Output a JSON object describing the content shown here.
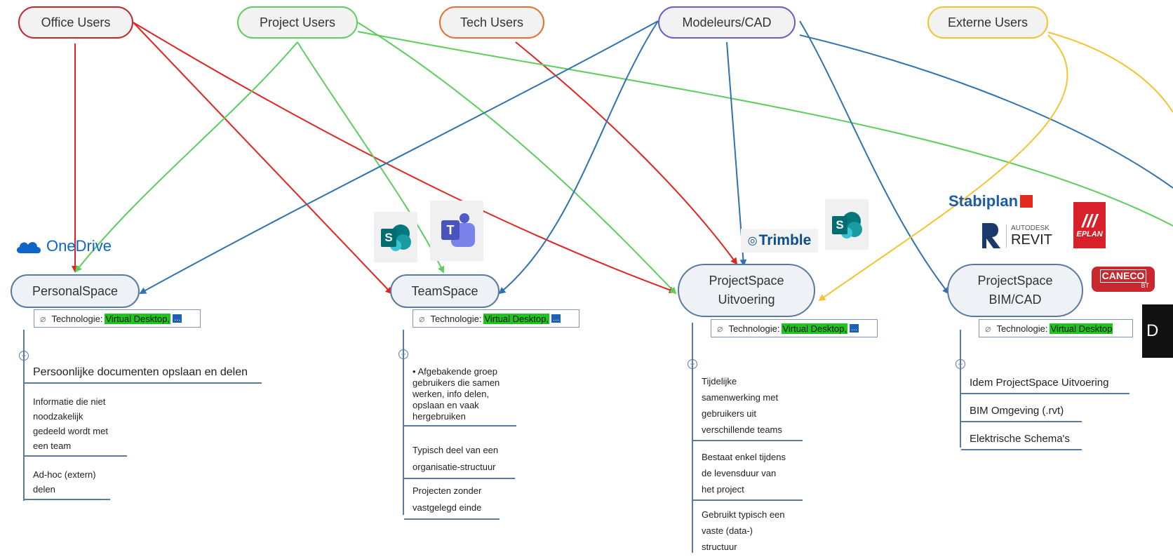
{
  "users": [
    {
      "id": "office",
      "label": "Office Users",
      "color": "#c0282d"
    },
    {
      "id": "project",
      "label": "Project Users",
      "color": "#5cce5c"
    },
    {
      "id": "tech",
      "label": "Tech Users",
      "color": "#ee6b2e"
    },
    {
      "id": "cad",
      "label": "Modeleurs/CAD",
      "color": "#6560c9"
    },
    {
      "id": "externe",
      "label": "Externe Users",
      "color": "#f4c430"
    }
  ],
  "spaces": [
    {
      "id": "personal",
      "title": "PersonalSpace",
      "tag": {
        "prefix": "Technologie:",
        "value": "Virtual Desktop,",
        "more": "..."
      },
      "items": [
        "Persoonlijke documenten opslaan en delen",
        "Informatie die niet\nnoodzakelijk\ngedeeld wordt met\neen team",
        "Ad-hoc (extern)\ndelen"
      ]
    },
    {
      "id": "team",
      "title": "TeamSpace",
      "tag": {
        "prefix": "Technologie:",
        "value": "Virtual Desktop,",
        "more": "..."
      },
      "items": [
        "• Afgebakende groep\ngebruikers die samen\nwerken, info delen,\nopslaan en vaak\nhergebruiken",
        "Typisch deel van een\norganisatie-structuur",
        "Projecten zonder\nvastgelegd einde"
      ]
    },
    {
      "id": "uitvoering",
      "title": "ProjectSpace\nUitvoering",
      "tag": {
        "prefix": "Technologie:",
        "value": "Virtual Desktop,",
        "more": "..."
      },
      "items": [
        "Tijdelijke\nsamenwerking met\ngebruikers uit\nverschillende teams",
        "Bestaat enkel tijdens\nde levensduur van\nhet project",
        "Gebruikt typisch een\nvaste (data-)\nstructuur"
      ]
    },
    {
      "id": "bimcad",
      "title": "ProjectSpace\nBIM/CAD",
      "tag": {
        "prefix": "Technologie:",
        "value": "Virtual Desktop",
        "more": ""
      },
      "items": [
        "Idem ProjectSpace Uitvoering",
        "BIM Omgeving (.rvt)",
        "Elektrische Schema's"
      ]
    }
  ],
  "logos": {
    "onedrive": "OneDrive",
    "sharepoint_letter": "S",
    "teams_letter": "T",
    "trimble": "Trimble",
    "stabiplan": "Stabiplan",
    "autodesk": "AUTODESK",
    "revit": "REVIT",
    "eplan": "EPLAN",
    "caneco": "CANECO",
    "caneco_sub": "BT",
    "edge_text": "D"
  },
  "colors": {
    "space_border": "#5b7aa0",
    "tag_highlight": "#1ec51e",
    "cad_line": "#2f72b0",
    "tech_line": "#e0241f",
    "office_line": "#e0241f",
    "project_line": "#5cce5c",
    "externe_line": "#f4c430"
  }
}
